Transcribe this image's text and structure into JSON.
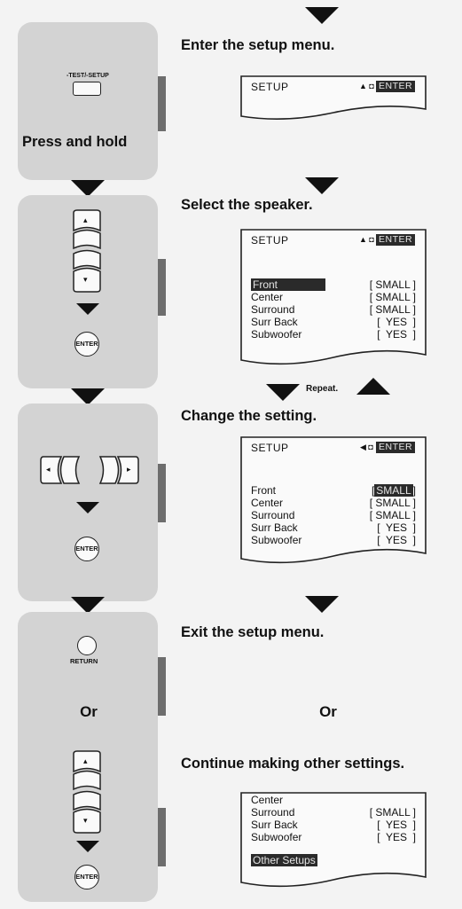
{
  "steps": [
    {
      "heading": "Enter the setup menu."
    },
    {
      "heading": "Select the speaker."
    },
    {
      "heading": "Change the setting."
    },
    {
      "heading": "Exit the setup menu."
    },
    {
      "heading": "Continue making other settings."
    }
  ],
  "panel1": {
    "button_label": "-TEST/-SETUP",
    "caption": "Press and hold"
  },
  "buttons": {
    "enter": "ENTER",
    "return": "RETURN",
    "or": "Or"
  },
  "repeat_label": "Repeat.",
  "screen": {
    "title": "SETUP",
    "enter": "ENTER"
  },
  "speakers": [
    {
      "name": "Front",
      "value": "[ SMALL ]"
    },
    {
      "name": "Center",
      "value": "[ SMALL ]"
    },
    {
      "name": "Surround",
      "value": "[ SMALL ]"
    },
    {
      "name": "Surr Back",
      "value": "[  YES  ]"
    },
    {
      "name": "Subwoofer",
      "value": "[  YES  ]"
    }
  ],
  "change_screen": {
    "front_value": "SMALL"
  },
  "other_setups": "Other Setups",
  "icons": [
    "triangle-down-icon",
    "triangle-up-icon",
    "arrow-up-icon",
    "arrow-down-icon",
    "arrow-left-icon",
    "arrow-right-icon",
    "enter-icon",
    "return-icon"
  ],
  "colors": {
    "panel": "#d3d3d3",
    "tab": "#6d6d6d",
    "highlight": "#2a2a2a",
    "text": "#111111"
  }
}
